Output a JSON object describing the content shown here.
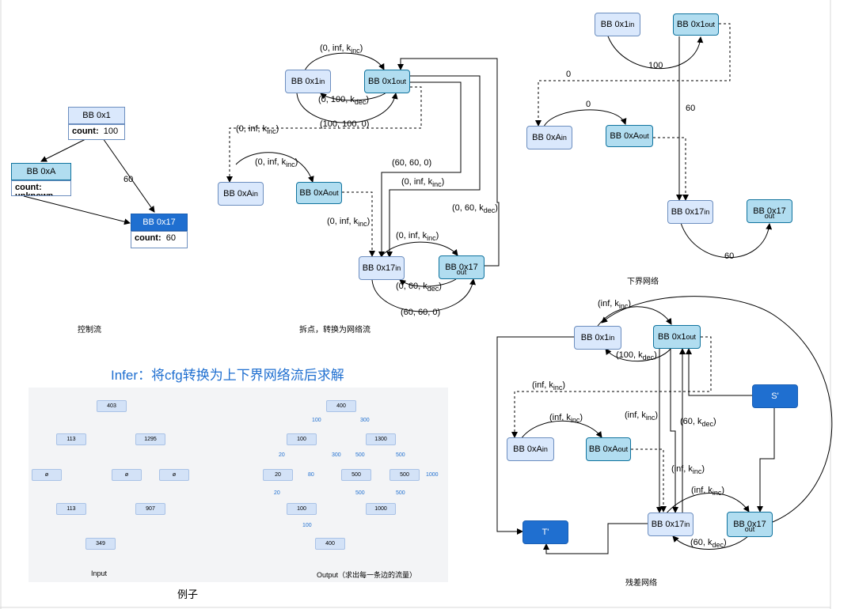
{
  "panel1": {
    "caption": "控制流",
    "bb1": "BB 0x1",
    "bb1_count_key": "count:",
    "bb1_count_val": "100",
    "bbA": "BB 0xA",
    "bbA_count": "count: unknown",
    "bb17": "BB 0x17",
    "bb17_count_key": "count:",
    "bb17_count_val": "60",
    "edge_label": "60"
  },
  "panel2": {
    "caption": "拆点，转换为网络流",
    "bb1_in": "BB 0x1",
    "bb1_out": "BB 0x1",
    "bbA_in": "BB 0xA",
    "bbA_out": "BB 0xA",
    "bb17_in": "BB 0x17",
    "bb17_out": "BB 0x17",
    "sup_in": "in",
    "sup_out": "out",
    "l_top": "(0, inf,  k",
    "l_top_sub": "inc",
    "l_top_close": ")",
    "l_mid": "(0, 100,  k",
    "l_mid_sub": "dec",
    "l_mid_close": ")",
    "l_bot": "(100, 100, 0)",
    "l_dash1": "(0, inf, k",
    "l_dash1_sub": "inc",
    "l_dash1_close": ")",
    "l_A": "(0, inf,  k",
    "l_A_sub": "inc",
    "l_A_close": ")",
    "l_6060": "(60, 60, 0)",
    "l_infinc2": "(0, inf, k",
    "l_infinc2_sub": "inc",
    "l_infinc2_close": ")",
    "l_dash2": "(0, inf, k",
    "l_dash2_sub": "inc",
    "l_dash2_close": ")",
    "l_60dec": "(0, 60, k",
    "l_60dec_sub": "dec",
    "l_60dec_close": ")",
    "l_17top": "(0, inf,  k",
    "l_17top_sub": "inc",
    "l_17top_close": ")",
    "l_17mid": "(0, 60,  k",
    "l_17mid_sub": "dec",
    "l_17mid_close": ")",
    "l_17bot": "(60, 60, 0)"
  },
  "panel3": {
    "caption": "下界网络",
    "l100": "100",
    "l0a": "0",
    "l0b": "0",
    "l60": "60",
    "l60b": "60"
  },
  "panel4": {
    "caption": "残差网络",
    "s": "S'",
    "t": "T'",
    "l_top": "(inf,  k",
    "l_top_sub": "inc",
    "l_top_close": ")",
    "l_100": "(100,  k",
    "l_100_sub": "dec",
    "l_100_close": ")",
    "l_dash": "(inf, k",
    "l_dash_sub": "inc",
    "l_dash_close": ")",
    "l_A": "(inf,  k",
    "l_A_sub": "inc",
    "l_A_close": ")",
    "l_infinc3": "(inf, k",
    "l_infinc3_sub": "inc",
    "l_infinc3_close": ")",
    "l_60dec": "(60, k",
    "l_60dec_sub": "dec",
    "l_60dec_close": ")",
    "l_infinc4": "(inf, k",
    "l_infinc4_sub": "inc",
    "l_infinc4_close": ")",
    "l_17top": "(inf,  k",
    "l_17top_sub": "inc",
    "l_17top_close": ")",
    "l_17bot": "(60,  k",
    "l_17bot_sub": "dec",
    "l_17bot_close": ")"
  },
  "title": "Infer：将cfg转换为上下界网络流后求解",
  "example": {
    "caption": "例子",
    "input_caption": "Input",
    "output_caption": "Output（求出每一条边的流量）",
    "input_nodes": [
      "403",
      "113",
      "1295",
      "ø",
      "ø",
      "ø",
      "113",
      "907",
      "349"
    ],
    "output_nodes": [
      "400",
      "100",
      "1300",
      "20",
      "500",
      "500",
      "100",
      "1000",
      "400"
    ],
    "output_edge_labels": [
      "100",
      "300",
      "20",
      "80",
      "20",
      "300",
      "500",
      "500",
      "500",
      "500",
      "1000",
      "100"
    ]
  }
}
